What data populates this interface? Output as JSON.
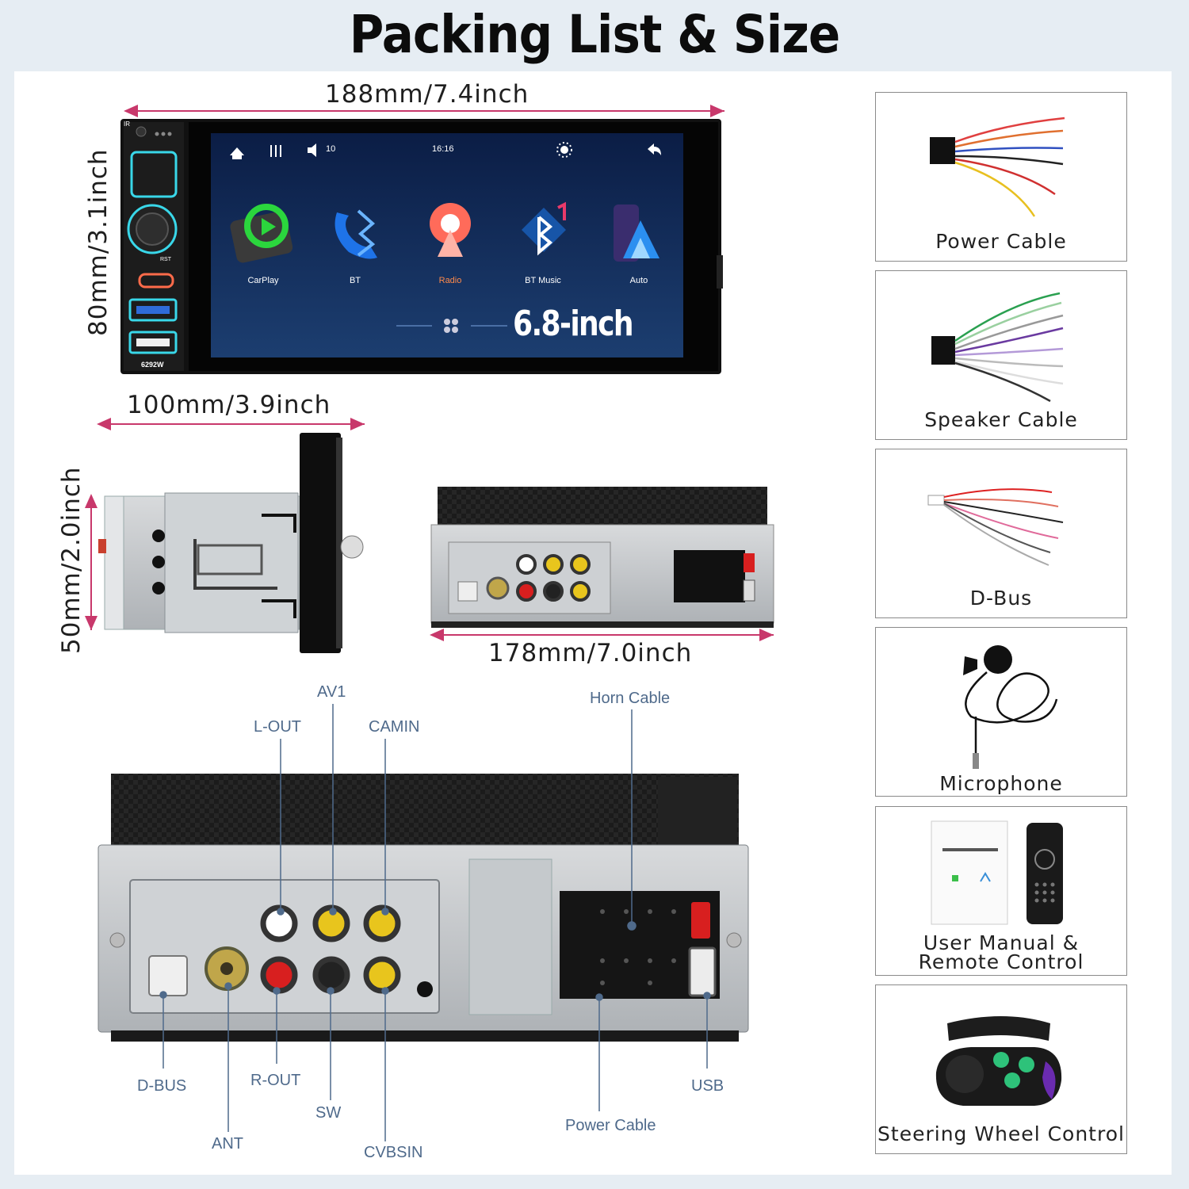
{
  "title": "Packing List & Size",
  "dimensions": {
    "front_width": "188mm/7.4inch",
    "front_height": "80mm/3.1inch",
    "side_depth": "100mm/3.9inch",
    "side_height": "50mm/2.0inch",
    "back_width": "178mm/7.0inch"
  },
  "device": {
    "model": "6292W",
    "ir_label": "IR",
    "rst_label": "RST",
    "screen": {
      "volume": "10",
      "time": "16:16",
      "size_label": "6.8-inch",
      "apps": [
        {
          "label": "CarPlay",
          "icon": "carplay-icon"
        },
        {
          "label": "BT",
          "icon": "bluetooth-phone-icon"
        },
        {
          "label": "Radio",
          "icon": "radio-icon"
        },
        {
          "label": "BT Music",
          "icon": "bluetooth-music-icon"
        },
        {
          "label": "Auto",
          "icon": "android-auto-icon"
        }
      ]
    }
  },
  "ports": {
    "av1": "AV1",
    "l_out": "L-OUT",
    "camin": "CAMIN",
    "horn_cable": "Horn Cable",
    "d_bus": "D-BUS",
    "r_out": "R-OUT",
    "usb": "USB",
    "sw": "SW",
    "power_cable": "Power Cable",
    "ant": "ANT",
    "cvbsin": "CVBSIN"
  },
  "packing_list": [
    {
      "label": "Power Cable",
      "icon": "power-cable-icon"
    },
    {
      "label": "Speaker Cable",
      "icon": "speaker-cable-icon"
    },
    {
      "label": "D-Bus",
      "icon": "d-bus-cable-icon"
    },
    {
      "label": "Microphone",
      "icon": "microphone-icon"
    },
    {
      "label": "User Manual &\nRemote Control",
      "label_line1": "User Manual &",
      "label_line2": "Remote Control",
      "icon": "manual-remote-icon"
    },
    {
      "label": "Steering Wheel Control",
      "icon": "steering-wheel-control-icon"
    }
  ],
  "colors": {
    "dimension_arrow": "#c8386b",
    "port_label": "#4f6a8b",
    "screen_bg": "#14305e",
    "port_yellow": "#e8c51d",
    "port_red": "#d81f1f"
  }
}
